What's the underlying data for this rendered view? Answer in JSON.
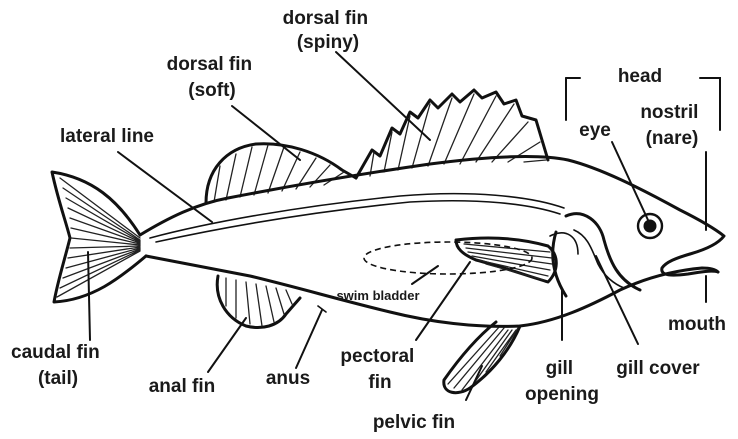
{
  "labels": {
    "dorsal_spiny": [
      "dorsal fin",
      "(spiny)"
    ],
    "dorsal_soft": [
      "dorsal fin",
      "(soft)"
    ],
    "lateral_line": "lateral line",
    "head": "head",
    "nostril": [
      "nostril",
      "(nare)"
    ],
    "eye": "eye",
    "swim_bladder": "swim bladder",
    "mouth": "mouth",
    "caudal_fin": [
      "caudal fin",
      "(tail)"
    ],
    "anal_fin": "anal fin",
    "anus": "anus",
    "pectoral_fin": [
      "pectoral",
      "fin"
    ],
    "gill_opening": [
      "gill",
      "opening"
    ],
    "gill_cover": "gill cover",
    "pelvic_fin": "pelvic fin"
  }
}
